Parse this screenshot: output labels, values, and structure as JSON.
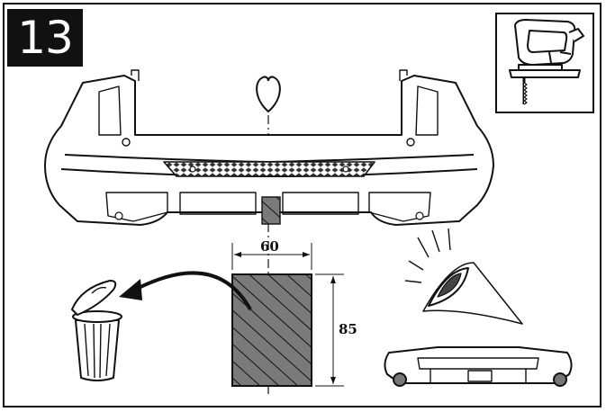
{
  "step": {
    "number": "13"
  },
  "tool": {
    "icon": "jigsaw-icon"
  },
  "dimensions": {
    "width": "60",
    "height": "85"
  },
  "icons": {
    "symmetry": "heart-icon",
    "discard": "trash-can-icon",
    "inspect": "eye-icon"
  },
  "colors": {
    "ink": "#111111",
    "hatch_fill": "#7a7a7a",
    "grille": "#333333"
  }
}
